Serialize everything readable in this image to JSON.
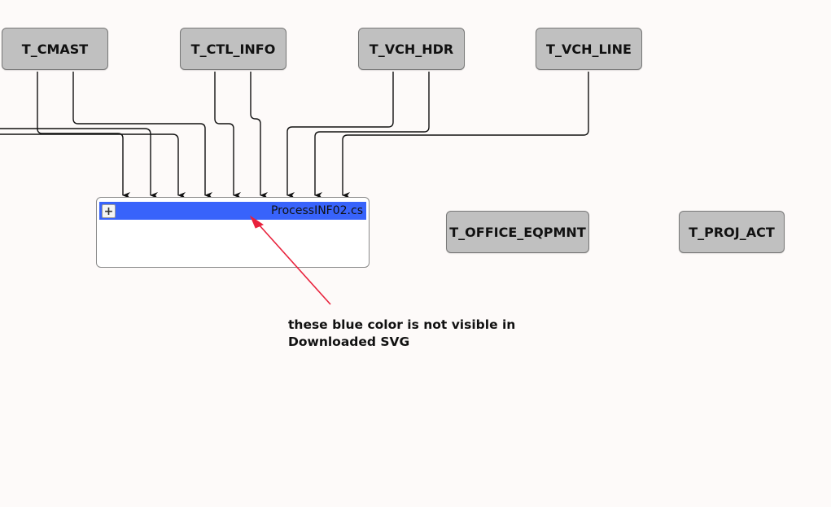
{
  "tables": {
    "cmast": "T_CMAST",
    "ctl_info": "T_CTL_INFO",
    "vch_hdr": "T_VCH_HDR",
    "vch_line": "T_VCH_LINE",
    "office_eqpmnt": "T_OFFICE_EQPMNT",
    "proj_act": "T_PROJ_ACT"
  },
  "process": {
    "title": "ProcessINF02.cs",
    "expand_symbol": "+",
    "header_color": "#3863fb"
  },
  "annotation": {
    "line1": "these blue color is not visible in",
    "line2": "Downloaded SVG",
    "arrow_color": "#e8223c"
  },
  "colors": {
    "node_fill": "#c0c0c0",
    "background": "#fdfaf9",
    "connector": "#111111"
  }
}
